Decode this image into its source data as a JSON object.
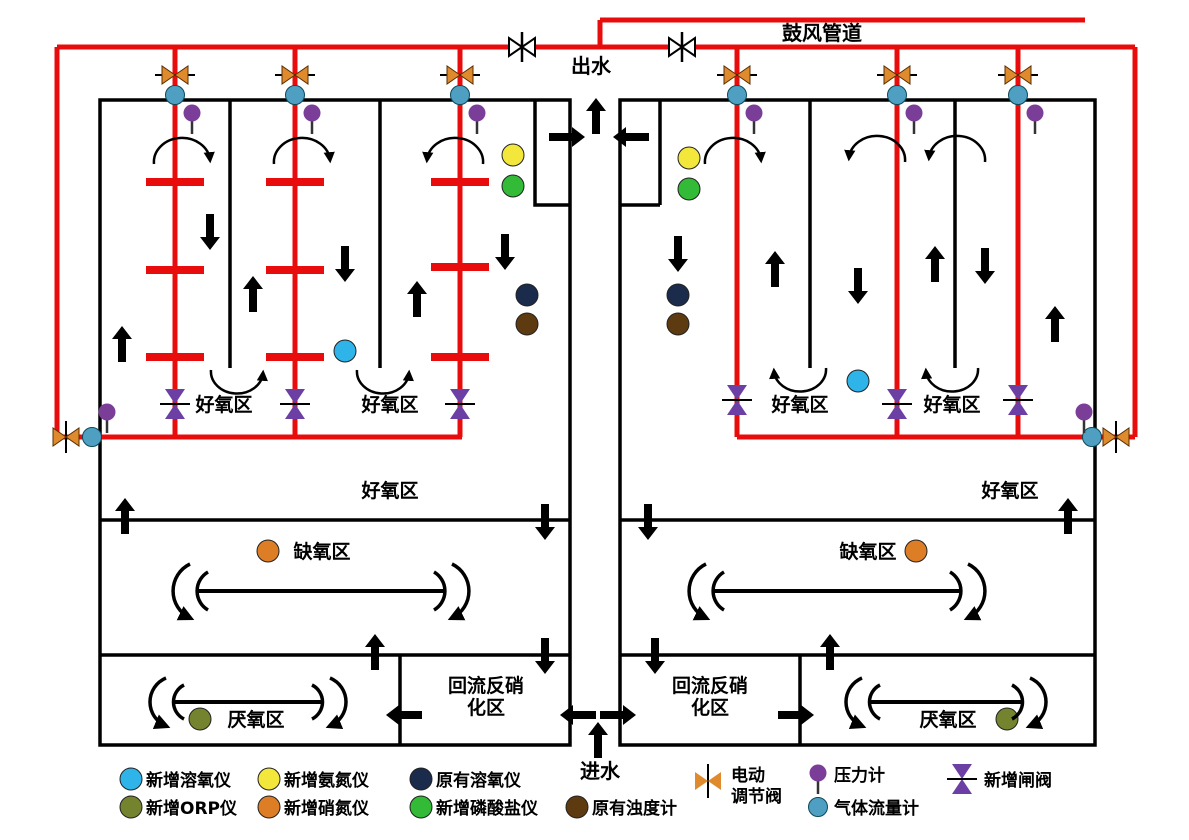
{
  "diagram": {
    "blower_pipeline": "鼓风管道",
    "effluent": "出水",
    "influent": "进水",
    "aerobic_zone": "好氧区",
    "anoxic_zone": "缺氧区",
    "anaerobic_zone": "厌氧区",
    "return_denitrification_line1": "回流反硝",
    "return_denitrification_line2": "化区"
  },
  "legend": {
    "new_do_meter": "新增溶氧仪",
    "new_orp_meter": "新增ORP仪",
    "new_ammonia_meter": "新增氨氮仪",
    "new_nitrate_meter": "新增硝氮仪",
    "old_do_meter": "原有溶氧仪",
    "new_phosphate_meter": "新增磷酸盐仪",
    "old_turbidity_meter": "原有浊度计",
    "electric_valve_line1": "电动",
    "electric_valve_line2": "调节阀",
    "pressure_gauge": "压力计",
    "gas_flow_meter": "气体流量计",
    "new_gate_valve": "新增闸阀"
  },
  "colors": {
    "pipe_red": "#E90C0C",
    "new_do_cyan": "#2FB4EA",
    "orp_olive": "#74832E",
    "ammonia_yellow": "#F4E73B",
    "nitrate_orange": "#DD7E26",
    "old_do_navy": "#1A2B4C",
    "phosphate_green": "#33BA37",
    "turbidity_brown": "#5E3A10",
    "valve_orange": "#E08A2E",
    "pressure_purple": "#7B3E98",
    "gas_flow_teal": "#4E9FC1",
    "gate_valve_purple": "#6C3FA4"
  }
}
